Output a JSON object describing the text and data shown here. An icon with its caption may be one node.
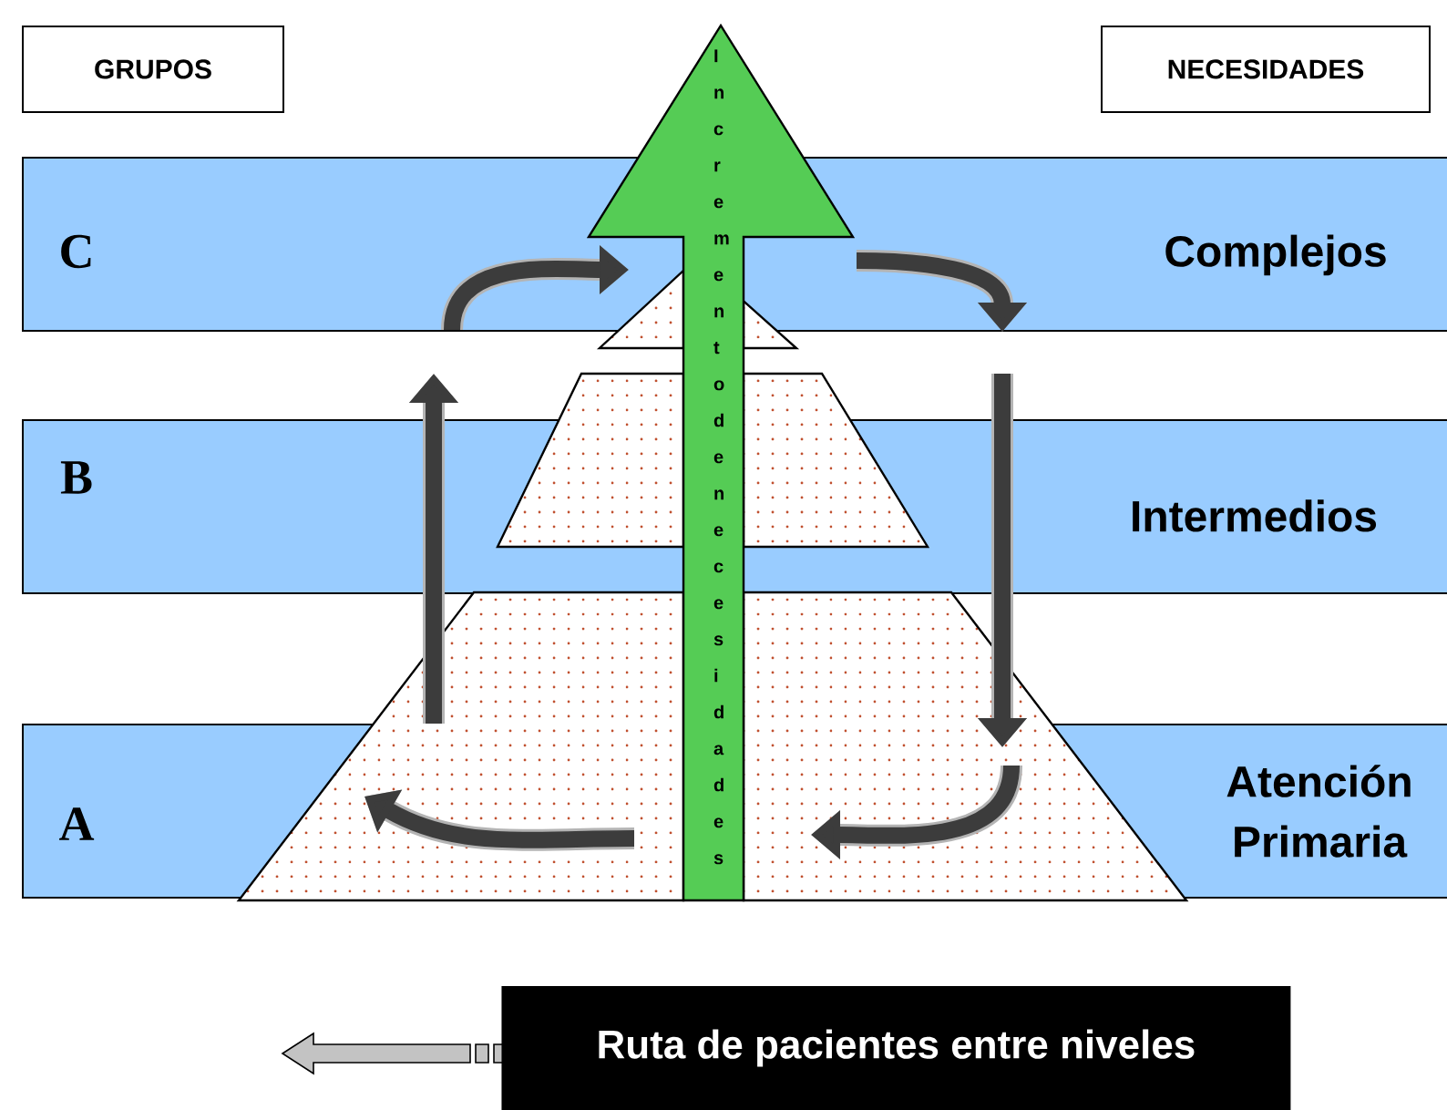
{
  "diagram": {
    "nodes": [
      {
        "text": [
          "GRUPOS"
        ]
      },
      {
        "text": [
          "NECESIDADES"
        ]
      },
      {
        "text": [
          "C",
          "Complejos"
        ]
      },
      {
        "text": [
          "B",
          "Intermedios"
        ]
      },
      {
        "text": [
          "A",
          "Atención Primaria"
        ]
      },
      {
        "text": [
          "Incremento de necesidades"
        ]
      }
    ],
    "legend": [
      {
        "text": "Ruta de pacientes entre niveles"
      }
    ]
  }
}
